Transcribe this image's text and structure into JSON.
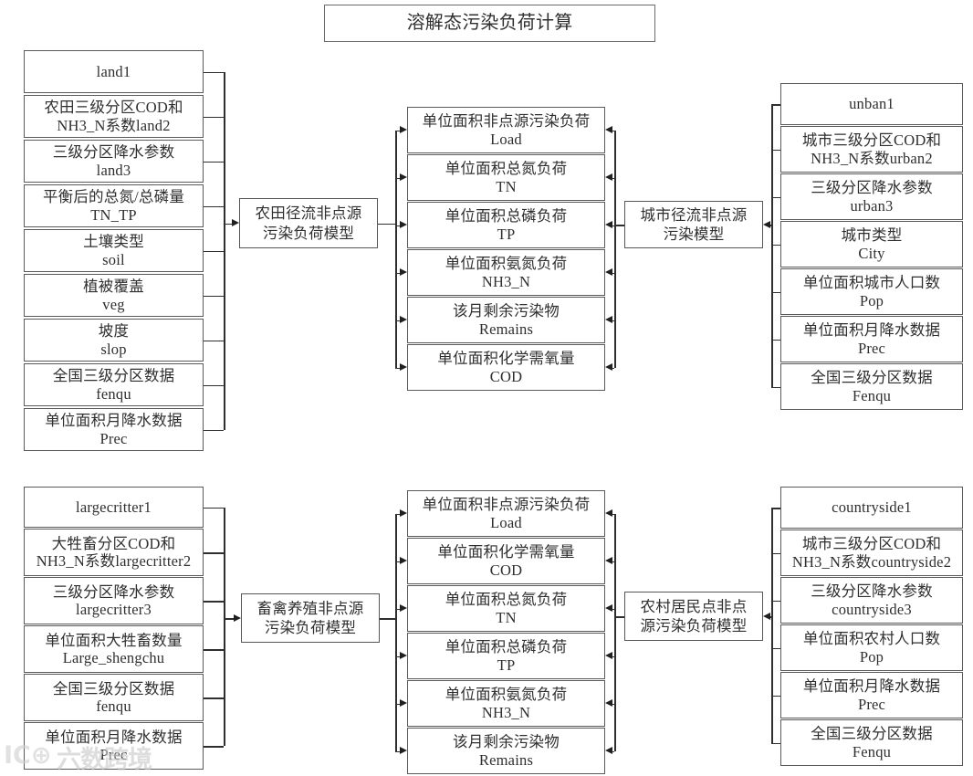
{
  "diagram": {
    "title": "溶解态污染负荷计算",
    "watermark": {
      "mark": "IC⊕",
      "text": "六数跨境"
    }
  },
  "models": {
    "farmland": {
      "line1": "农田径流非点源",
      "line2": "污染负荷模型"
    },
    "urban": {
      "line1": "城市径流非点源",
      "line2": "污染模型"
    },
    "livestock": {
      "line1": "畜禽养殖非点源",
      "line2": "污染负荷模型"
    },
    "countryside": {
      "line1": "农村居民点非点",
      "line2": "源污染负荷模型"
    }
  },
  "inputs_farmland": [
    {
      "line1": "land1",
      "line2": ""
    },
    {
      "line1": "农田三级分区COD和",
      "line2": "NH3_N系数land2"
    },
    {
      "line1": "三级分区降水参数",
      "line2": "land3"
    },
    {
      "line1": "平衡后的总氮/总磷量",
      "line2": "TN_TP"
    },
    {
      "line1": "土壤类型",
      "line2": "soil"
    },
    {
      "line1": "植被覆盖",
      "line2": "veg"
    },
    {
      "line1": "坡度",
      "line2": "slop"
    },
    {
      "line1": "全国三级分区数据",
      "line2": "fenqu"
    },
    {
      "line1": "单位面积月降水数据",
      "line2": "Prec"
    }
  ],
  "outputs_top": [
    {
      "line1": "单位面积非点源污染负荷",
      "line2": "Load"
    },
    {
      "line1": "单位面积总氮负荷",
      "line2": "TN"
    },
    {
      "line1": "单位面积总磷负荷",
      "line2": "TP"
    },
    {
      "line1": "单位面积氨氮负荷",
      "line2": "NH3_N"
    },
    {
      "line1": "该月剩余污染物",
      "line2": "Remains"
    },
    {
      "line1": "单位面积化学需氧量",
      "line2": "COD"
    }
  ],
  "inputs_urban": [
    {
      "line1": "unban1",
      "line2": ""
    },
    {
      "line1": "城市三级分区COD和",
      "line2": "NH3_N系数urban2"
    },
    {
      "line1": "三级分区降水参数",
      "line2": "urban3"
    },
    {
      "line1": "城市类型",
      "line2": "City"
    },
    {
      "line1": "单位面积城市人口数",
      "line2": "Pop"
    },
    {
      "line1": "单位面积月降水数据",
      "line2": "Prec"
    },
    {
      "line1": "全国三级分区数据",
      "line2": "Fenqu"
    }
  ],
  "inputs_livestock": [
    {
      "line1": "largecritter1",
      "line2": ""
    },
    {
      "line1": "大牲畜分区COD和",
      "line2": "NH3_N系数largecritter2"
    },
    {
      "line1": "三级分区降水参数",
      "line2": "largecritter3"
    },
    {
      "line1": "单位面积大牲畜数量",
      "line2": "Large_shengchu"
    },
    {
      "line1": "全国三级分区数据",
      "line2": "fenqu"
    },
    {
      "line1": "单位面积月降水数据",
      "line2": "Prec"
    }
  ],
  "outputs_bottom": [
    {
      "line1": "单位面积非点源污染负荷",
      "line2": "Load"
    },
    {
      "line1": "单位面积化学需氧量",
      "line2": "COD"
    },
    {
      "line1": "单位面积总氮负荷",
      "line2": "TN"
    },
    {
      "line1": "单位面积总磷负荷",
      "line2": "TP"
    },
    {
      "line1": "单位面积氨氮负荷",
      "line2": "NH3_N"
    },
    {
      "line1": "该月剩余污染物",
      "line2": "Remains"
    }
  ],
  "inputs_countryside": [
    {
      "line1": "countryside1",
      "line2": ""
    },
    {
      "line1": "城市三级分区COD和",
      "line2": "NH3_N系数countryside2"
    },
    {
      "line1": "三级分区降水参数",
      "line2": "countryside3"
    },
    {
      "line1": "单位面积农村人口数",
      "line2": "Pop"
    },
    {
      "line1": "单位面积月降水数据",
      "line2": "Prec"
    },
    {
      "line1": "全国三级分区数据",
      "line2": "Fenqu"
    }
  ],
  "colors": {
    "border": "#5a5a5a",
    "line": "#2e2e2e",
    "text": "#2f2f2f"
  }
}
